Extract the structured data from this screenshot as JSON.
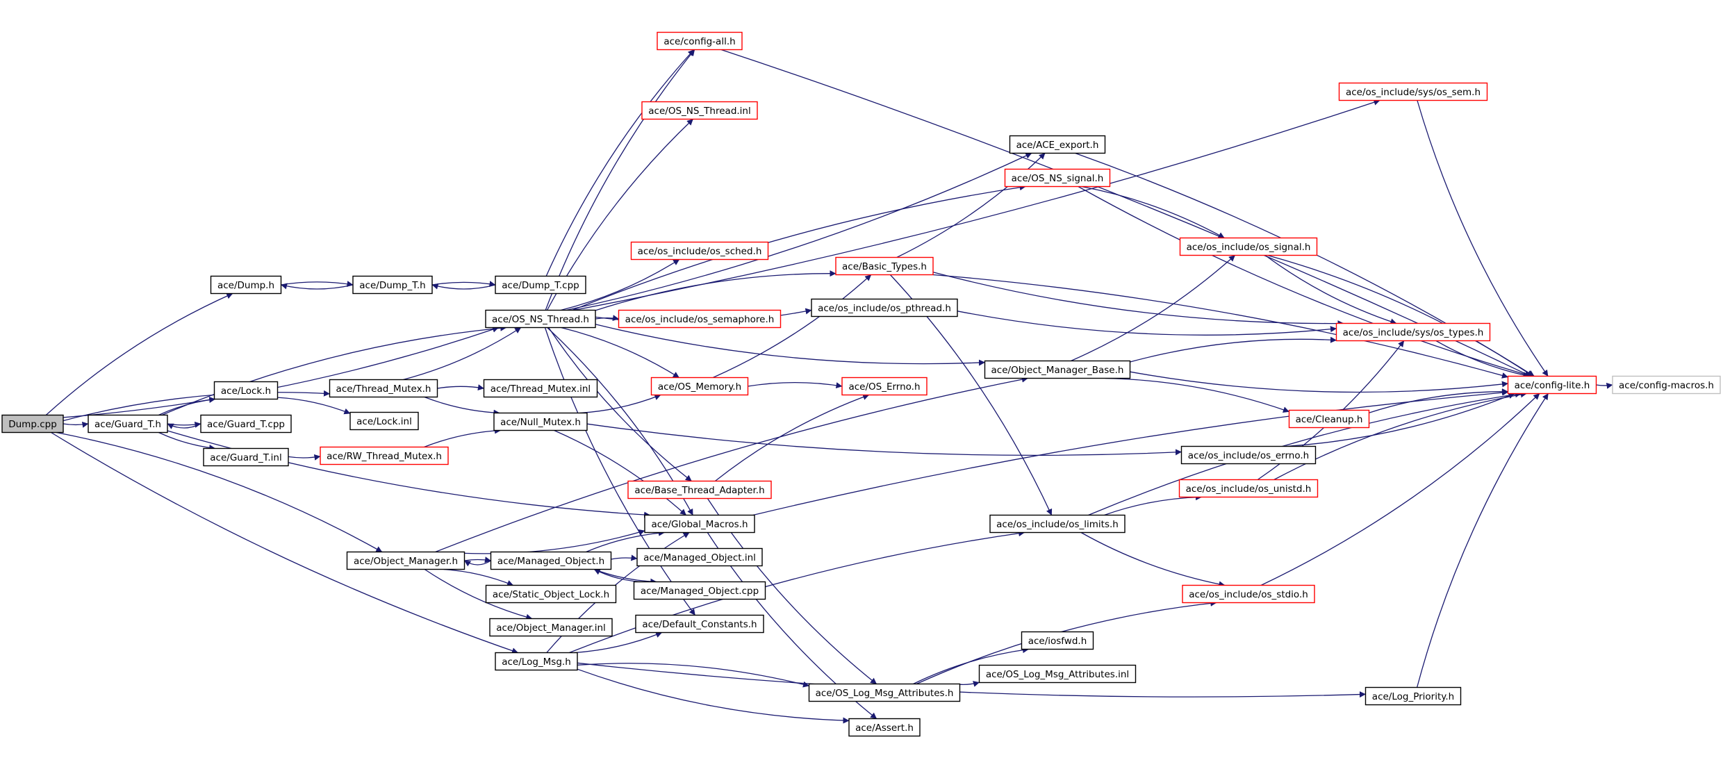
{
  "graph": {
    "colors": {
      "root_fill": "#bfbfbf",
      "normal_border": "#000000",
      "truncated_border": "#ff0000",
      "leaf_border": "#bfbfbf",
      "edge": "#191970",
      "text": "#000000"
    },
    "nodes": [
      {
        "id": "dump_cpp",
        "label": "Dump.cpp",
        "style": "root"
      },
      {
        "id": "dump_h",
        "label": "ace/Dump.h",
        "style": "normal"
      },
      {
        "id": "dump_t_h",
        "label": "ace/Dump_T.h",
        "style": "normal"
      },
      {
        "id": "dump_t_cpp",
        "label": "ace/Dump_T.cpp",
        "style": "normal"
      },
      {
        "id": "os_ns_thread_h",
        "label": "ace/OS_NS_Thread.h",
        "style": "normal"
      },
      {
        "id": "thread_mutex_h",
        "label": "ace/Thread_Mutex.h",
        "style": "normal"
      },
      {
        "id": "thread_mutex_inl",
        "label": "ace/Thread_Mutex.inl",
        "style": "normal"
      },
      {
        "id": "lock_h",
        "label": "ace/Lock.h",
        "style": "normal"
      },
      {
        "id": "lock_inl",
        "label": "ace/Lock.inl",
        "style": "normal"
      },
      {
        "id": "guard_t_h",
        "label": "ace/Guard_T.h",
        "style": "normal"
      },
      {
        "id": "guard_t_cpp",
        "label": "ace/Guard_T.cpp",
        "style": "normal"
      },
      {
        "id": "guard_t_inl",
        "label": "ace/Guard_T.inl",
        "style": "normal"
      },
      {
        "id": "rw_thread_mutex_h",
        "label": "ace/RW_Thread_Mutex.h",
        "style": "truncated"
      },
      {
        "id": "null_mutex_h",
        "label": "ace/Null_Mutex.h",
        "style": "normal"
      },
      {
        "id": "config_all_h",
        "label": "ace/config-all.h",
        "style": "truncated"
      },
      {
        "id": "os_ns_thread_inl",
        "label": "ace/OS_NS_Thread.inl",
        "style": "truncated"
      },
      {
        "id": "os_sched_h",
        "label": "ace/os_include/os_sched.h",
        "style": "truncated"
      },
      {
        "id": "os_semaphore_h",
        "label": "ace/os_include/os_semaphore.h",
        "style": "truncated"
      },
      {
        "id": "os_memory_h",
        "label": "ace/OS_Memory.h",
        "style": "truncated"
      },
      {
        "id": "base_thread_adapter_h",
        "label": "ace/Base_Thread_Adapter.h",
        "style": "truncated"
      },
      {
        "id": "global_macros_h",
        "label": "ace/Global_Macros.h",
        "style": "normal"
      },
      {
        "id": "object_manager_h",
        "label": "ace/Object_Manager.h",
        "style": "normal"
      },
      {
        "id": "managed_object_h",
        "label": "ace/Managed_Object.h",
        "style": "normal"
      },
      {
        "id": "managed_object_inl",
        "label": "ace/Managed_Object.inl",
        "style": "normal"
      },
      {
        "id": "managed_object_cpp",
        "label": "ace/Managed_Object.cpp",
        "style": "normal"
      },
      {
        "id": "static_object_lock_h",
        "label": "ace/Static_Object_Lock.h",
        "style": "normal"
      },
      {
        "id": "object_manager_inl",
        "label": "ace/Object_Manager.inl",
        "style": "normal"
      },
      {
        "id": "default_constants_h",
        "label": "ace/Default_Constants.h",
        "style": "normal"
      },
      {
        "id": "log_msg_h",
        "label": "ace/Log_Msg.h",
        "style": "normal"
      },
      {
        "id": "os_log_msg_attributes_h",
        "label": "ace/OS_Log_Msg_Attributes.h",
        "style": "normal"
      },
      {
        "id": "os_log_msg_attributes_inl",
        "label": "ace/OS_Log_Msg_Attributes.inl",
        "style": "normal"
      },
      {
        "id": "iosfwd_h",
        "label": "ace/iosfwd.h",
        "style": "normal"
      },
      {
        "id": "assert_h",
        "label": "ace/Assert.h",
        "style": "normal"
      },
      {
        "id": "os_errno_h_main",
        "label": "ace/OS_Errno.h",
        "style": "truncated"
      },
      {
        "id": "basic_types_h",
        "label": "ace/Basic_Types.h",
        "style": "truncated"
      },
      {
        "id": "os_pthread_h",
        "label": "ace/os_include/os_pthread.h",
        "style": "normal"
      },
      {
        "id": "ace_export_h",
        "label": "ace/ACE_export.h",
        "style": "normal"
      },
      {
        "id": "os_ns_signal_h",
        "label": "ace/OS_NS_signal.h",
        "style": "truncated"
      },
      {
        "id": "object_manager_base_h",
        "label": "ace/Object_Manager_Base.h",
        "style": "normal"
      },
      {
        "id": "os_include_errno_h",
        "label": "ace/os_include/os_errno.h",
        "style": "normal"
      },
      {
        "id": "os_limits_h",
        "label": "ace/os_include/os_limits.h",
        "style": "normal"
      },
      {
        "id": "os_sem_h",
        "label": "ace/os_include/sys/os_sem.h",
        "style": "truncated"
      },
      {
        "id": "os_signal_h",
        "label": "ace/os_include/os_signal.h",
        "style": "truncated"
      },
      {
        "id": "os_types_h",
        "label": "ace/os_include/sys/os_types.h",
        "style": "truncated"
      },
      {
        "id": "cleanup_h",
        "label": "ace/Cleanup.h",
        "style": "truncated"
      },
      {
        "id": "os_unistd_h",
        "label": "ace/os_include/os_unistd.h",
        "style": "truncated"
      },
      {
        "id": "os_stdio_h",
        "label": "ace/os_include/os_stdio.h",
        "style": "truncated"
      },
      {
        "id": "log_priority_h",
        "label": "ace/Log_Priority.h",
        "style": "normal"
      },
      {
        "id": "config_lite_h",
        "label": "ace/config-lite.h",
        "style": "truncated"
      },
      {
        "id": "config_macros_h",
        "label": "ace/config-macros.h",
        "style": "leaf"
      }
    ],
    "edges": [
      [
        "dump_cpp",
        "dump_h"
      ],
      [
        "dump_cpp",
        "os_ns_thread_h"
      ],
      [
        "dump_cpp",
        "thread_mutex_h"
      ],
      [
        "dump_cpp",
        "guard_t_h"
      ],
      [
        "dump_cpp",
        "object_manager_h"
      ],
      [
        "dump_cpp",
        "log_msg_h"
      ],
      [
        "dump_h",
        "dump_t_h"
      ],
      [
        "dump_t_h",
        "dump_h"
      ],
      [
        "dump_t_h",
        "dump_t_cpp"
      ],
      [
        "dump_t_cpp",
        "dump_t_h"
      ],
      [
        "dump_t_cpp",
        "config_all_h"
      ],
      [
        "thread_mutex_h",
        "os_ns_thread_h"
      ],
      [
        "thread_mutex_h",
        "thread_mutex_inl"
      ],
      [
        "thread_mutex_h",
        "null_mutex_h"
      ],
      [
        "guard_t_h",
        "lock_h"
      ],
      [
        "guard_t_h",
        "guard_t_cpp"
      ],
      [
        "guard_t_cpp",
        "guard_t_h"
      ],
      [
        "guard_t_h",
        "guard_t_inl"
      ],
      [
        "guard_t_h",
        "os_ns_thread_h"
      ],
      [
        "guard_t_h",
        "global_macros_h"
      ],
      [
        "lock_h",
        "lock_inl"
      ],
      [
        "guard_t_inl",
        "rw_thread_mutex_h"
      ],
      [
        "rw_thread_mutex_h",
        "null_mutex_h"
      ],
      [
        "null_mutex_h",
        "os_memory_h"
      ],
      [
        "null_mutex_h",
        "global_macros_h"
      ],
      [
        "null_mutex_h",
        "os_include_errno_h"
      ],
      [
        "os_ns_thread_h",
        "config_all_h"
      ],
      [
        "os_ns_thread_h",
        "os_sem_h"
      ],
      [
        "os_ns_thread_h",
        "os_ns_thread_inl"
      ],
      [
        "os_ns_thread_h",
        "ace_export_h"
      ],
      [
        "os_ns_thread_h",
        "os_ns_signal_h"
      ],
      [
        "os_ns_thread_h",
        "os_sched_h"
      ],
      [
        "os_ns_thread_h",
        "basic_types_h"
      ],
      [
        "os_ns_thread_h",
        "os_pthread_h"
      ],
      [
        "os_ns_thread_h",
        "os_semaphore_h"
      ],
      [
        "os_ns_thread_h",
        "object_manager_base_h"
      ],
      [
        "os_ns_thread_h",
        "os_memory_h"
      ],
      [
        "os_ns_thread_h",
        "base_thread_adapter_h"
      ],
      [
        "os_ns_thread_h",
        "global_macros_h"
      ],
      [
        "os_ns_thread_h",
        "default_constants_h"
      ],
      [
        "config_all_h",
        "config_lite_h"
      ],
      [
        "os_sem_h",
        "config_lite_h"
      ],
      [
        "os_memory_h",
        "os_errno_h_main"
      ],
      [
        "os_memory_h",
        "basic_types_h"
      ],
      [
        "base_thread_adapter_h",
        "os_errno_h_main"
      ],
      [
        "base_thread_adapter_h",
        "os_log_msg_attributes_h"
      ],
      [
        "global_macros_h",
        "config_lite_h"
      ],
      [
        "global_macros_h",
        "assert_h"
      ],
      [
        "object_manager_h",
        "managed_object_h"
      ],
      [
        "object_manager_h",
        "global_macros_h"
      ],
      [
        "object_manager_h",
        "static_object_lock_h"
      ],
      [
        "object_manager_h",
        "object_manager_inl"
      ],
      [
        "object_manager_h",
        "object_manager_base_h"
      ],
      [
        "managed_object_h",
        "object_manager_h"
      ],
      [
        "managed_object_h",
        "managed_object_inl"
      ],
      [
        "managed_object_h",
        "managed_object_cpp"
      ],
      [
        "managed_object_h",
        "global_macros_h"
      ],
      [
        "managed_object_cpp",
        "managed_object_h"
      ],
      [
        "log_msg_h",
        "global_macros_h"
      ],
      [
        "log_msg_h",
        "default_constants_h"
      ],
      [
        "log_msg_h",
        "os_log_msg_attributes_h"
      ],
      [
        "log_msg_h",
        "assert_h"
      ],
      [
        "log_msg_h",
        "os_limits_h"
      ],
      [
        "log_msg_h",
        "log_priority_h"
      ],
      [
        "os_log_msg_attributes_h",
        "iosfwd_h"
      ],
      [
        "os_log_msg_attributes_h",
        "os_log_msg_attributes_inl"
      ],
      [
        "os_log_msg_attributes_h",
        "os_stdio_h"
      ],
      [
        "basic_types_h",
        "ace_export_h"
      ],
      [
        "basic_types_h",
        "config_lite_h"
      ],
      [
        "basic_types_h",
        "os_types_h"
      ],
      [
        "basic_types_h",
        "os_limits_h"
      ],
      [
        "os_pthread_h",
        "os_types_h"
      ],
      [
        "ace_export_h",
        "config_lite_h"
      ],
      [
        "os_ns_signal_h",
        "config_lite_h"
      ],
      [
        "os_ns_signal_h",
        "os_signal_h"
      ],
      [
        "object_manager_base_h",
        "os_signal_h"
      ],
      [
        "object_manager_base_h",
        "os_types_h"
      ],
      [
        "object_manager_base_h",
        "config_lite_h"
      ],
      [
        "object_manager_base_h",
        "cleanup_h"
      ],
      [
        "os_signal_h",
        "os_types_h"
      ],
      [
        "os_signal_h",
        "config_lite_h"
      ],
      [
        "os_types_h",
        "config_lite_h"
      ],
      [
        "cleanup_h",
        "config_lite_h"
      ],
      [
        "os_include_errno_h",
        "config_lite_h"
      ],
      [
        "os_limits_h",
        "os_unistd_h"
      ],
      [
        "os_limits_h",
        "os_stdio_h"
      ],
      [
        "os_limits_h",
        "config_lite_h"
      ],
      [
        "os_unistd_h",
        "os_types_h"
      ],
      [
        "os_unistd_h",
        "config_lite_h"
      ],
      [
        "os_stdio_h",
        "config_lite_h"
      ],
      [
        "log_priority_h",
        "config_lite_h"
      ],
      [
        "config_lite_h",
        "config_macros_h"
      ]
    ]
  }
}
